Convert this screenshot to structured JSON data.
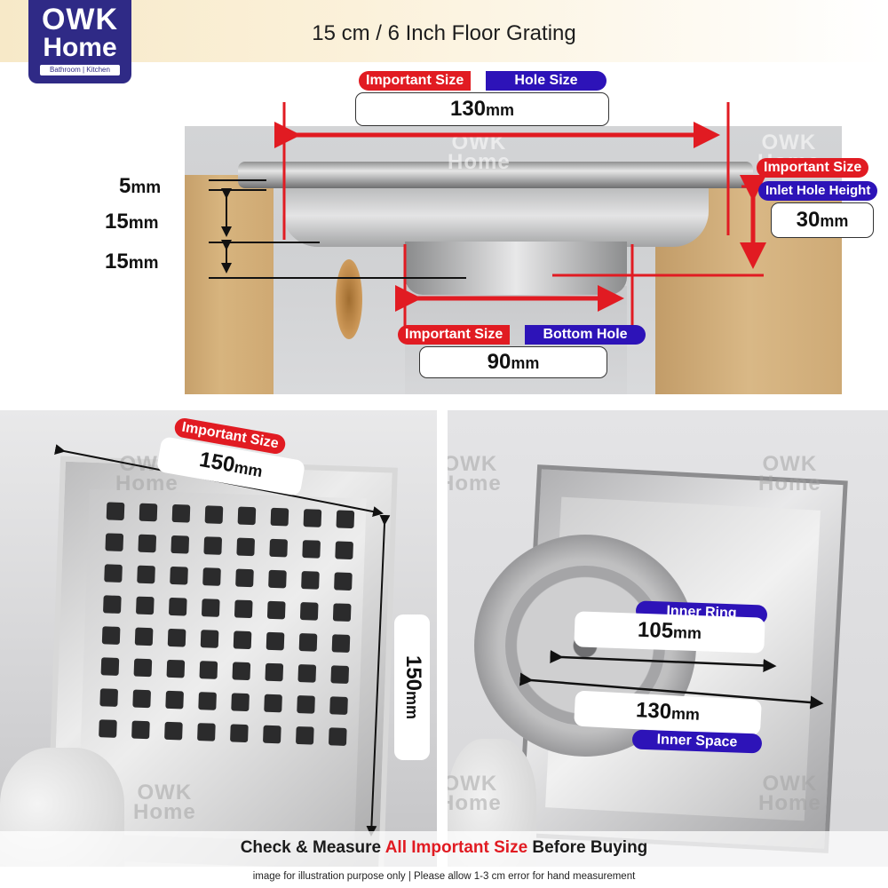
{
  "brand": {
    "line1": "OWK",
    "line2": "Home",
    "tagline": "Bathroom | Kitchen"
  },
  "title": "15 cm / 6 Inch Floor Grating",
  "watermark": {
    "line1": "OWK",
    "line2": "Home"
  },
  "top_photo": {
    "hole": {
      "tag_red": "Important Size",
      "tag_blue": "Hole Size",
      "value": "130",
      "unit": "mm"
    },
    "inlet": {
      "tag_red": "Important Size",
      "tag_blue": "Inlet Hole Height",
      "value": "30",
      "unit": "mm"
    },
    "bottom": {
      "tag_red": "Important Size",
      "tag_blue": "Bottom Hole",
      "value": "90",
      "unit": "mm"
    },
    "side_dims": [
      {
        "value": "5",
        "unit": "mm"
      },
      {
        "value": "15",
        "unit": "mm"
      },
      {
        "value": "15",
        "unit": "mm"
      }
    ]
  },
  "bottom_left": {
    "width": {
      "tag_red": "Important Size",
      "value": "150",
      "unit": "mm"
    },
    "height": {
      "value": "150",
      "unit": "mm"
    }
  },
  "bottom_right": {
    "ring": {
      "tag_blue": "Inner Ring",
      "value": "105",
      "unit": "mm"
    },
    "space": {
      "tag_blue": "Inner Space",
      "value": "130",
      "unit": "mm"
    }
  },
  "footer": {
    "before": "Check & Measure ",
    "highlight": "All Important Size",
    "after": " Before Buying",
    "disclaimer": "image for illustration purpose only | Please allow 1-3 cm error for hand measurement"
  },
  "colors": {
    "accent_red": "#e11b22",
    "accent_blue": "#2d13b8",
    "logo_navy": "#2f2a86"
  }
}
